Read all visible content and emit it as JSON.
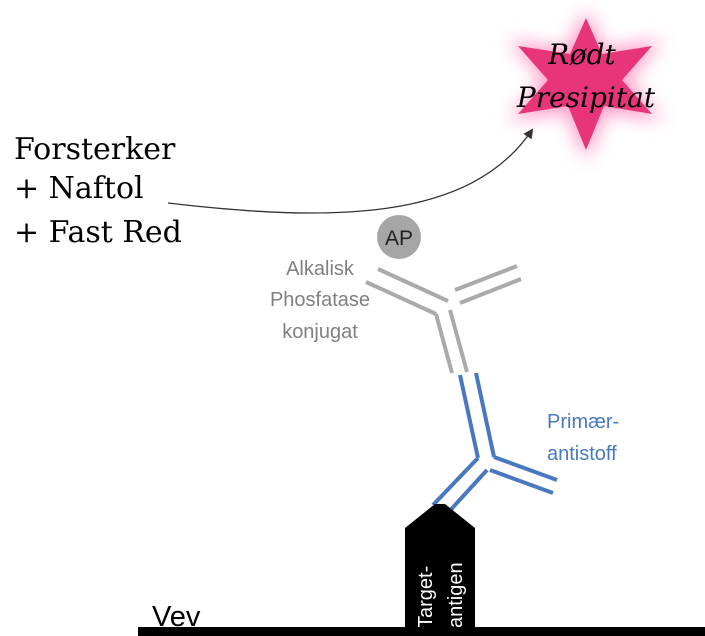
{
  "reagents": {
    "line1": "Forsterker",
    "line2": "+ Naftol",
    "line3": "+ Fast Red"
  },
  "precipitate": {
    "line1": "Rødt",
    "line2": "Presipitat",
    "star_color": "#e8357a",
    "glow_color": "#ff8fc0"
  },
  "enzyme": {
    "badge": "AP"
  },
  "secondary_antibody": {
    "line1": "Alkalisk",
    "line2": "Phosfatase",
    "line3": "konjugat",
    "color": "#aaaaaa"
  },
  "primary_antibody": {
    "line1": "Primær-",
    "line2": "antistoff",
    "color": "#4a78c0"
  },
  "antigen": {
    "line1": "Target-",
    "line2": "antigen"
  },
  "tissue": {
    "label": "Vev"
  }
}
